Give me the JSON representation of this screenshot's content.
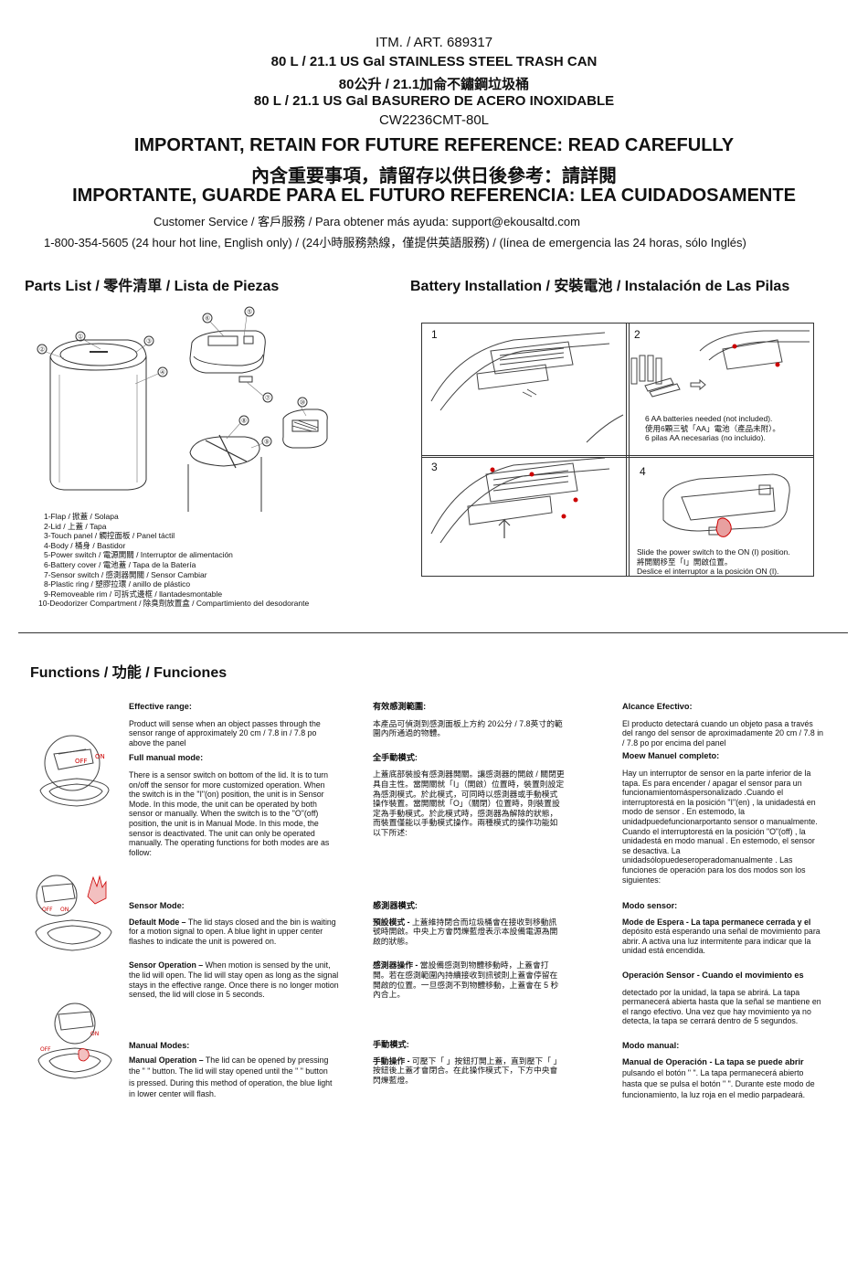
{
  "header": {
    "item_no": "ITM. / ART. 689317",
    "title_en": "80 L / 21.1 US Gal STAINLESS STEEL TRASH CAN",
    "title_zh": "80公升 / 21.1加侖不鏽鋼垃圾桶",
    "title_es": "80 L / 21.1 US Gal BASURERO DE ACERO INOXIDABLE",
    "model": "CW2236CMT-80L",
    "important_en": "IMPORTANT, RETAIN FOR FUTURE REFERENCE: READ CAREFULLY",
    "important_zh": "內含重要事項，請留存以供日後參考：請詳閱",
    "important_es": "IMPORTANTE, GUARDE PARA EL FUTURO REFERENCIA: LEA CUIDADOSAMENTE",
    "customer_service": "Customer Service / 客戶服務 / Para obtener más ayuda: support@ekousaltd.com",
    "hotline": "1-800-354-5605 (24 hour hot line, English only) / (24小時服務熱線，僅提供英語服務) / (línea de emergencia las 24 horas, sólo Inglés)"
  },
  "parts": {
    "heading": "Parts List / 零件清單 / Lista de Piezas",
    "callouts": [
      "①",
      "②",
      "③",
      "④",
      "⑤",
      "⑥",
      "⑦",
      "⑧",
      "⑨",
      "⑩"
    ],
    "items": [
      "1-Flap / 掀蓋 / Solapa",
      "2-Lid / 上蓋 / Tapa",
      "3-Touch panel / 觸控面板 / Panel táctil",
      "4-Body / 桶身 / Bastidor",
      "5-Power switch / 電源開關 / Interruptor de alimentación",
      "6-Battery cover / 電池蓋 / Tapa de la Batería",
      "7-Sensor switch / 感測器開關 / Sensor Cambiar",
      "8-Plastic ring / 塑膠拉環 / anillo de plástico",
      "9-Removeable rim / 可拆式邊框 / llantadesmontable",
      "10-Deodorizer Compartment / 除臭劑放置盒 / Compartimiento del desodorante"
    ]
  },
  "battery": {
    "heading": "Battery Installation / 安裝電池 / Instalación de Las Pilas",
    "steps": [
      "1",
      "2",
      "3",
      "4"
    ],
    "note2": [
      "6 AA batteries needed (not included).",
      "使用6顆三號「AA」電池（產品未附）。",
      "6 pilas AA necesarias (no incluido)."
    ],
    "note4": [
      "Slide the power switch to the ON (I) position.",
      "將開關移至「I」開啟位置。",
      "Deslice el interruptor a la posición ON (I)."
    ]
  },
  "functions": {
    "heading": "Functions / 功能 / Funciones",
    "switch_off": "OFF",
    "switch_on": "ON",
    "en": {
      "eff_title": "Effective range:",
      "eff_body": "Product will sense when an object passes through the sensor range of approximately 20 cm / 7.8 in / 7.8 po above the panel",
      "full_title": "Full manual mode:",
      "full_body": "There is a sensor switch on bottom of the lid. It is to turn on/off the sensor for more customized operation. When the switch is in the \"I\"(on) position, the unit is in Sensor Mode. In this mode, the unit can be operated by both sensor or manually. When the switch is to the \"O\"(off) position, the unit is in Manual Mode. In this mode, the sensor is deactivated. The unit can only be operated manually. The operating functions for both modes are as follow:",
      "sensor_title": "Sensor Mode:",
      "default_lead": "Default Mode –",
      "default_body": " The lid stays closed and the bin is waiting for a motion signal to open. A blue light in upper center flashes to indicate the unit is powered on.",
      "op_lead": "Sensor Operation –",
      "op_body": " When motion is sensed by the unit, the lid will open. The lid will stay open as long as the signal stays in the effective range. Once there is no longer motion sensed, the lid will close in 5 seconds.",
      "manual_title": "Manual Modes:",
      "manop_lead": "Manual Operation –",
      "manop_body": " The lid can be opened by pressing the \" \" button. The lid will stay opened until the \" \" button is pressed.  During this method of operation, the blue light in lower center will flash."
    },
    "zh": {
      "eff_title": "有效感測範圍:",
      "eff_body": "本產品可偵測到感測面板上方約 20公分 / 7.8英寸的範圍內所通過的物體。",
      "full_title": "全手動模式:",
      "full_body": "上蓋底部裝設有感測器開關。讓感測器的開啟 / 關閉更具自主性。當開關就「I」（開啟）位置時，裝置則設定為感測模式。於此模式，可同時以感測器或手動模式操作裝置。當開關就「O」（關閉）位置時，則裝置設定為手動模式。於此模式時，感測器為解除的狀態，而裝置僅能以手動模式操作。兩種模式的操作功能如以下所述:",
      "sensor_title": "感測器模式:",
      "default_lead": "預設模式 -",
      "default_body": " 上蓋維持閉合而垃圾桶會在接收到移動訊號時開啟。中央上方會閃爍藍燈表示本設備電源為開啟的狀態。",
      "op_lead": "感測器操作 -",
      "op_body": " 當設備感測到物體移動時，上蓋會打開。若在感測範圍內持續接收到訊號則上蓋會停留在開啟的位置。一旦感測不到物體移動，上蓋會在 5 秒內合上。",
      "manual_title": "手動模式:",
      "manop_lead": "手動操作 -",
      "manop_body": " 可壓下「 」按鈕打開上蓋，直到壓下「 」按鈕後上蓋才會閉合。在此操作模式下，下方中央會閃爍藍燈。"
    },
    "es": {
      "eff_title": "Alcance Efectivo:",
      "eff_body": "El producto detectará cuando un objeto pasa a través del rango del sensor de aproximadamente 20 cm / 7.8 in / 7.8 po por encima del panel",
      "full_title": "Moew Manuel completo:",
      "full_body": "Hay un interruptor de sensor en la parte inferior de la tapa. Es para encender / apagar el sensor para un funcionamientomáspersonalizado .Cuando el interruptorestá en la posición \"I\"(en) , la unidadestá en modo de sensor . En estemodo, la unidadpuedefuncionarportanto sensor o manualmente. Cuando el interruptorestá en la posición \"O\"(off) , la unidadestá en modo manual . En estemodo, el sensor se desactiva. La unidadsólopuedeseroperadomanualmente . Las funciones de operación para los dos modos son los siguientes:",
      "sensor_title": "Modo sensor:",
      "default_lead": "Mode de Espera - La tapa permanece cerrada y el",
      "default_body": " depósito está esperando una señal de movimiento para abrir. A activa una luz intermitente para indicar que la unidad está encendida.",
      "op_lead": "Operación Sensor - Cuando el movimiento es",
      "op_body": "detectado por la unidad, la tapa se abrirá. La tapa permanecerá abierta hasta que la señal se mantiene en el rango efectivo. Una vez que hay movimiento ya no detecta, la tapa se cerrará dentro de 5 segundos.",
      "manual_title": "Modo manual:",
      "manop_lead": "Manual de Operación - La tapa se puede abrir",
      "manop_body": "pulsando el botón \" \". La tapa permanecerá abierto hasta que se pulsa el botón \" \". Durante este modo de funcionamiento, la luz roja en el medio parpadeará."
    }
  }
}
